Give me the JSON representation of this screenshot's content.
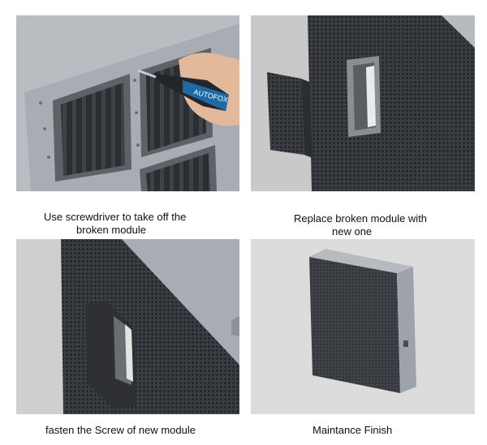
{
  "steps": [
    {
      "caption_line1": "Use screwdriver to take off the",
      "caption_line2": "broken module",
      "illustration": "screwdriver-removing-module"
    },
    {
      "caption_line1": "Replace broken module with",
      "caption_line2": "new one",
      "illustration": "module-replacement"
    },
    {
      "caption_line1": "fasten the Screw of new module",
      "caption_line2": "",
      "illustration": "module-fastened"
    },
    {
      "caption_line1": "Maintance Finish",
      "caption_line2": "",
      "illustration": "finished-cabinet"
    }
  ],
  "tool_label": "AUTOFOX",
  "colors": {
    "cabinet_gray": "#a8adb3",
    "module_dark": "#3c3f44",
    "tool_blue": "#1d6aa6",
    "background_gray": "#d8d8d8"
  }
}
